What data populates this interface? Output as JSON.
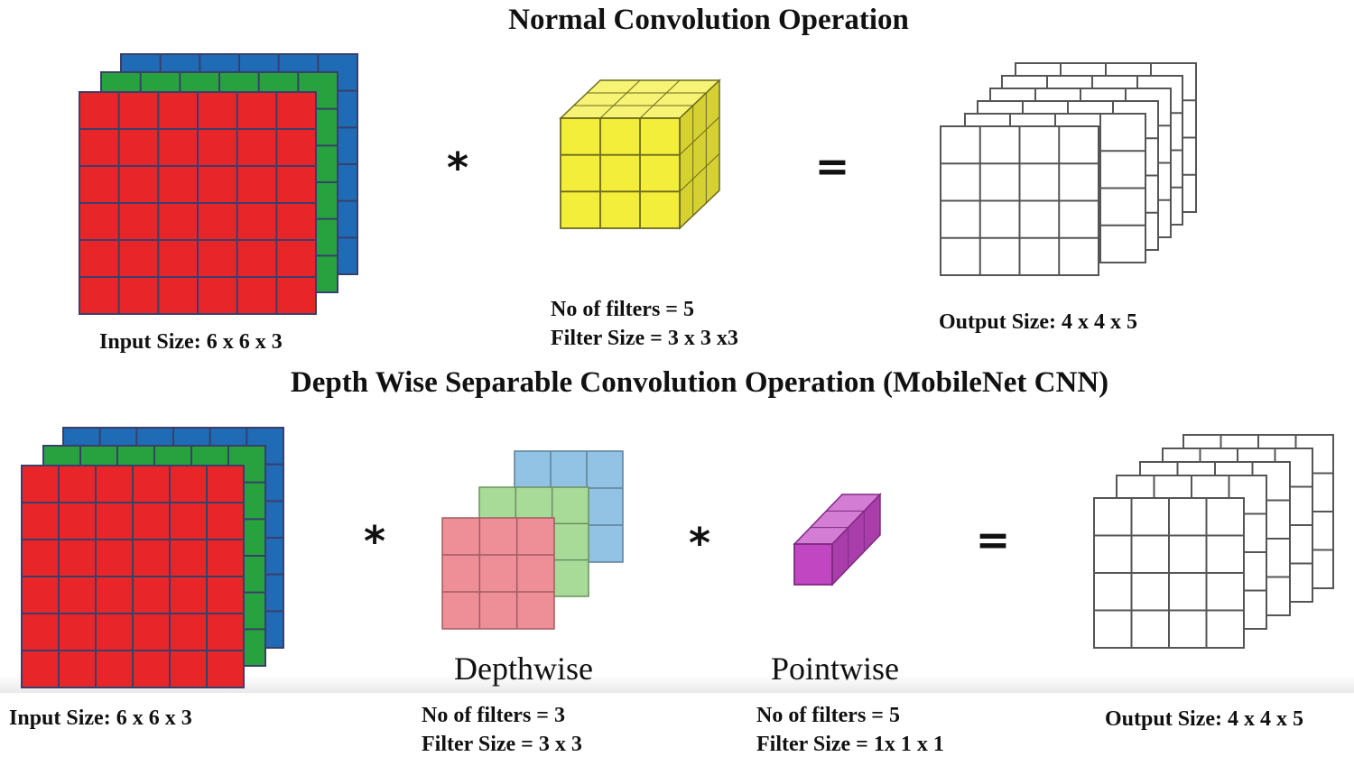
{
  "top": {
    "title": "Normal Convolution Operation",
    "input_label": "Input Size:  6 x 6 x 3",
    "filters_line1": "No of filters = 5",
    "filters_line2": "Filter Size = 3 x 3 x3",
    "output_label": "Output Size: 4 x 4 x 5",
    "conv_symbol": "*",
    "equals_symbol": "="
  },
  "bottom": {
    "title": "Depth Wise Separable Convolution Operation (MobileNet CNN)",
    "input_label": "Input Size:  6 x 6 x 3",
    "depthwise_title": "Depthwise",
    "depthwise_line1": "No of filters = 3",
    "depthwise_line2": "Filter Size = 3 x 3",
    "pointwise_title": "Pointwise",
    "pointwise_line1": "No of filters = 5",
    "pointwise_line2": "Filter Size = 1x 1 x 1",
    "output_label": "Output Size: 4 x 4 x 5",
    "conv_symbol_1": "*",
    "conv_symbol_2": "*",
    "equals_symbol": "="
  },
  "colors": {
    "red": "#e8262a",
    "green": "#28a23f",
    "blue": "#1f6bb5",
    "yellow": "#f3ee3a",
    "pink": "#ee8e96",
    "light_green": "#a8db98",
    "light_blue": "#92c3e4",
    "magenta": "#c046c2",
    "grid_line": "#3a3f6a"
  }
}
